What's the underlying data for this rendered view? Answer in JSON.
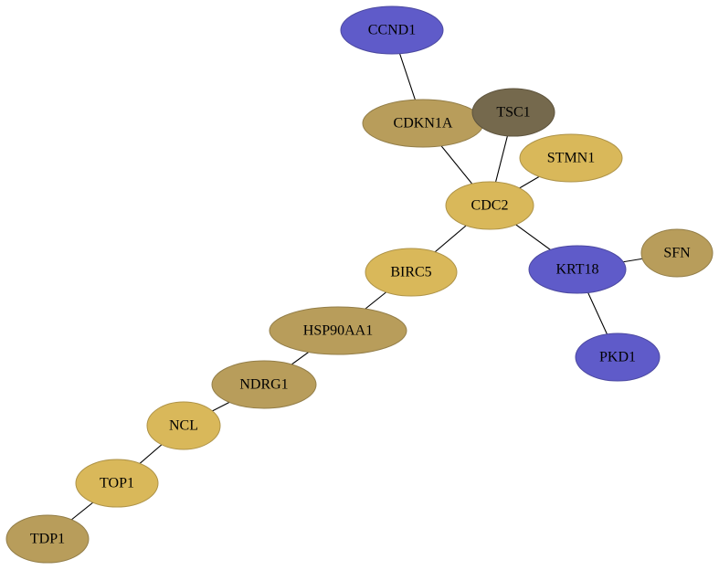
{
  "colors": {
    "blue": "#5f5bc9",
    "gold_light": "#d9b85a",
    "gold_dark": "#b89d5b",
    "olive_gray": "#75694d",
    "edge": "#000000"
  },
  "nodes": [
    {
      "id": "CCND1",
      "label": "CCND1",
      "color": "blue"
    },
    {
      "id": "CDKN1A",
      "label": "CDKN1A",
      "color": "gold_dark"
    },
    {
      "id": "TSC1",
      "label": "TSC1",
      "color": "olive_gray"
    },
    {
      "id": "STMN1",
      "label": "STMN1",
      "color": "gold_light"
    },
    {
      "id": "CDC2",
      "label": "CDC2",
      "color": "gold_light"
    },
    {
      "id": "SFN",
      "label": "SFN",
      "color": "gold_dark"
    },
    {
      "id": "KRT18",
      "label": "KRT18",
      "color": "blue"
    },
    {
      "id": "BIRC5",
      "label": "BIRC5",
      "color": "gold_light"
    },
    {
      "id": "HSP90AA1",
      "label": "HSP90AA1",
      "color": "gold_dark"
    },
    {
      "id": "PKD1",
      "label": "PKD1",
      "color": "blue"
    },
    {
      "id": "NDRG1",
      "label": "NDRG1",
      "color": "gold_dark"
    },
    {
      "id": "NCL",
      "label": "NCL",
      "color": "gold_light"
    },
    {
      "id": "TOP1",
      "label": "TOP1",
      "color": "gold_light"
    },
    {
      "id": "TDP1",
      "label": "TDP1",
      "color": "gold_dark"
    }
  ],
  "edges": [
    {
      "source": "CCND1",
      "target": "CDKN1A"
    },
    {
      "source": "CDKN1A",
      "target": "CDC2"
    },
    {
      "source": "TSC1",
      "target": "CDC2"
    },
    {
      "source": "STMN1",
      "target": "CDC2"
    },
    {
      "source": "CDC2",
      "target": "BIRC5"
    },
    {
      "source": "CDC2",
      "target": "KRT18"
    },
    {
      "source": "KRT18",
      "target": "SFN"
    },
    {
      "source": "KRT18",
      "target": "PKD1"
    },
    {
      "source": "BIRC5",
      "target": "HSP90AA1"
    },
    {
      "source": "HSP90AA1",
      "target": "NDRG1"
    },
    {
      "source": "NDRG1",
      "target": "NCL"
    },
    {
      "source": "NCL",
      "target": "TOP1"
    },
    {
      "source": "TOP1",
      "target": "TDP1"
    }
  ]
}
